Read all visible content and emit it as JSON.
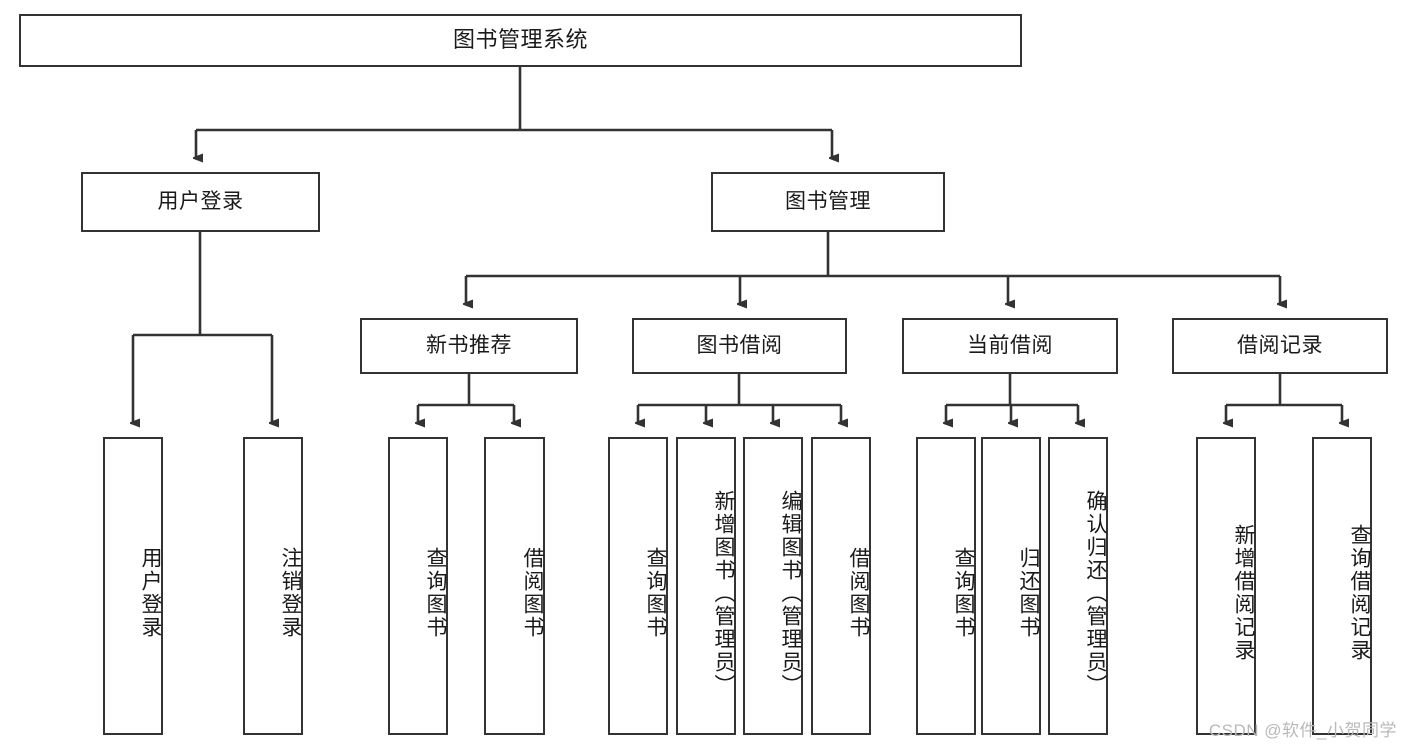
{
  "diagram": {
    "title": "图书管理系统",
    "type": "tree",
    "root": {
      "label": "图书管理系统"
    },
    "level1": [
      {
        "label": "用户登录"
      },
      {
        "label": "图书管理"
      }
    ],
    "level2": [
      {
        "label": "新书推荐",
        "parent": "图书管理"
      },
      {
        "label": "图书借阅",
        "parent": "图书管理"
      },
      {
        "label": "当前借阅",
        "parent": "图书管理"
      },
      {
        "label": "借阅记录",
        "parent": "图书管理"
      }
    ],
    "leaves": {
      "user_login": [
        {
          "label": "用户登录"
        },
        {
          "label": "注销登录"
        }
      ],
      "new_book_recommend": [
        {
          "label": "查询图书"
        },
        {
          "label": "借阅图书"
        }
      ],
      "book_borrow": [
        {
          "label": "查询图书"
        },
        {
          "label": "新增图书（管理员）"
        },
        {
          "label": "编辑图书（管理员）"
        },
        {
          "label": "借阅图书"
        }
      ],
      "current_borrow": [
        {
          "label": "查询图书"
        },
        {
          "label": "归还图书"
        },
        {
          "label": "确认归还（管理员）"
        }
      ],
      "borrow_record": [
        {
          "label": "新增借阅记录"
        },
        {
          "label": "查询借阅记录"
        }
      ]
    }
  },
  "watermark": {
    "text": "CSDN @软件_小贺同学"
  },
  "colors": {
    "stroke": "#333333",
    "box_fill": "#ffffff",
    "text": "#1a1a1a",
    "watermark": "#b9b9b9"
  }
}
